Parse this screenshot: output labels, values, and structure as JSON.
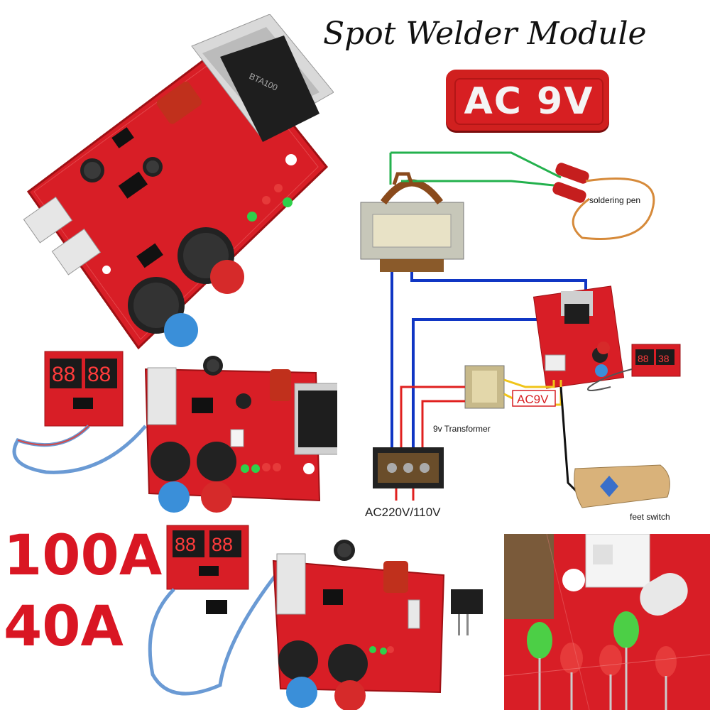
{
  "header": {
    "title": "Spot Welder Module",
    "badge": "AC 9V"
  },
  "currents": {
    "high": "100A",
    "low": "40A"
  },
  "diagram": {
    "pen_label": "soldering pen",
    "transformer_label": "9v Transformer",
    "ac9v_label": "AC9V",
    "mains_label": "AC220V/110V",
    "switch_label": "feet switch"
  },
  "colors": {
    "pcb_red": "#d81e26",
    "badge_red": "#d0201f",
    "wire_blue": "#1036c4",
    "wire_green": "#23b14d",
    "wire_red": "#e0201f",
    "wire_yellow": "#f0c419"
  }
}
